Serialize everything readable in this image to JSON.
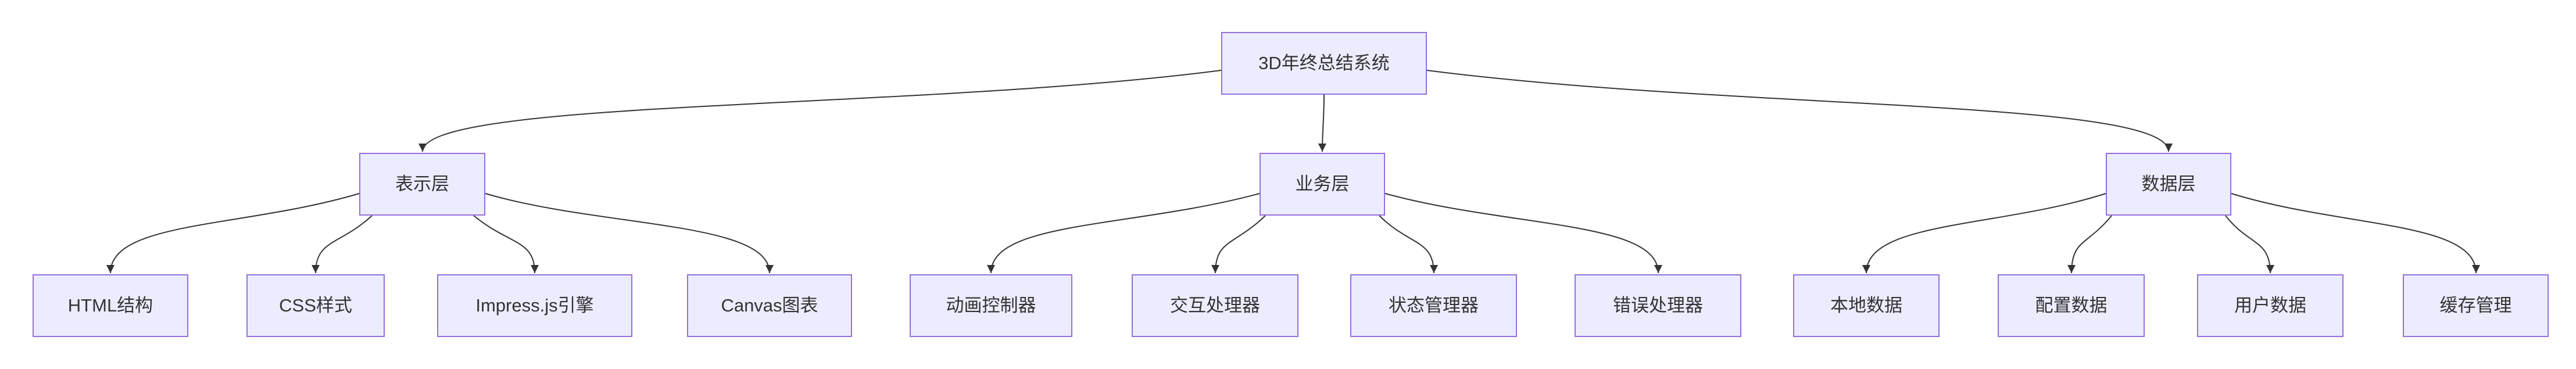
{
  "diagram": {
    "type": "flowchart",
    "direction": "top-down",
    "theme": {
      "node_fill": "#ECECFF",
      "node_border": "#9370DB",
      "edge_color": "#333333",
      "text_color": "#333333",
      "background": "#ffffff"
    },
    "root": {
      "label": "3D年终总结系统"
    },
    "layers": [
      {
        "label": "表示层",
        "children": [
          {
            "label": "HTML结构"
          },
          {
            "label": "CSS样式"
          },
          {
            "label": "Impress.js引擎"
          },
          {
            "label": "Canvas图表"
          }
        ]
      },
      {
        "label": "业务层",
        "children": [
          {
            "label": "动画控制器"
          },
          {
            "label": "交互处理器"
          },
          {
            "label": "状态管理器"
          },
          {
            "label": "错误处理器"
          }
        ]
      },
      {
        "label": "数据层",
        "children": [
          {
            "label": "本地数据"
          },
          {
            "label": "配置数据"
          },
          {
            "label": "用户数据"
          },
          {
            "label": "缓存管理"
          }
        ]
      }
    ],
    "edges": [
      {
        "from": "3D年终总结系统",
        "to": "表示层"
      },
      {
        "from": "3D年终总结系统",
        "to": "业务层"
      },
      {
        "from": "3D年终总结系统",
        "to": "数据层"
      },
      {
        "from": "表示层",
        "to": "HTML结构"
      },
      {
        "from": "表示层",
        "to": "CSS样式"
      },
      {
        "from": "表示层",
        "to": "Impress.js引擎"
      },
      {
        "from": "表示层",
        "to": "Canvas图表"
      },
      {
        "from": "业务层",
        "to": "动画控制器"
      },
      {
        "from": "业务层",
        "to": "交互处理器"
      },
      {
        "from": "业务层",
        "to": "状态管理器"
      },
      {
        "from": "业务层",
        "to": "错误处理器"
      },
      {
        "from": "数据层",
        "to": "本地数据"
      },
      {
        "from": "数据层",
        "to": "配置数据"
      },
      {
        "from": "数据层",
        "to": "用户数据"
      },
      {
        "from": "数据层",
        "to": "缓存管理"
      }
    ]
  }
}
